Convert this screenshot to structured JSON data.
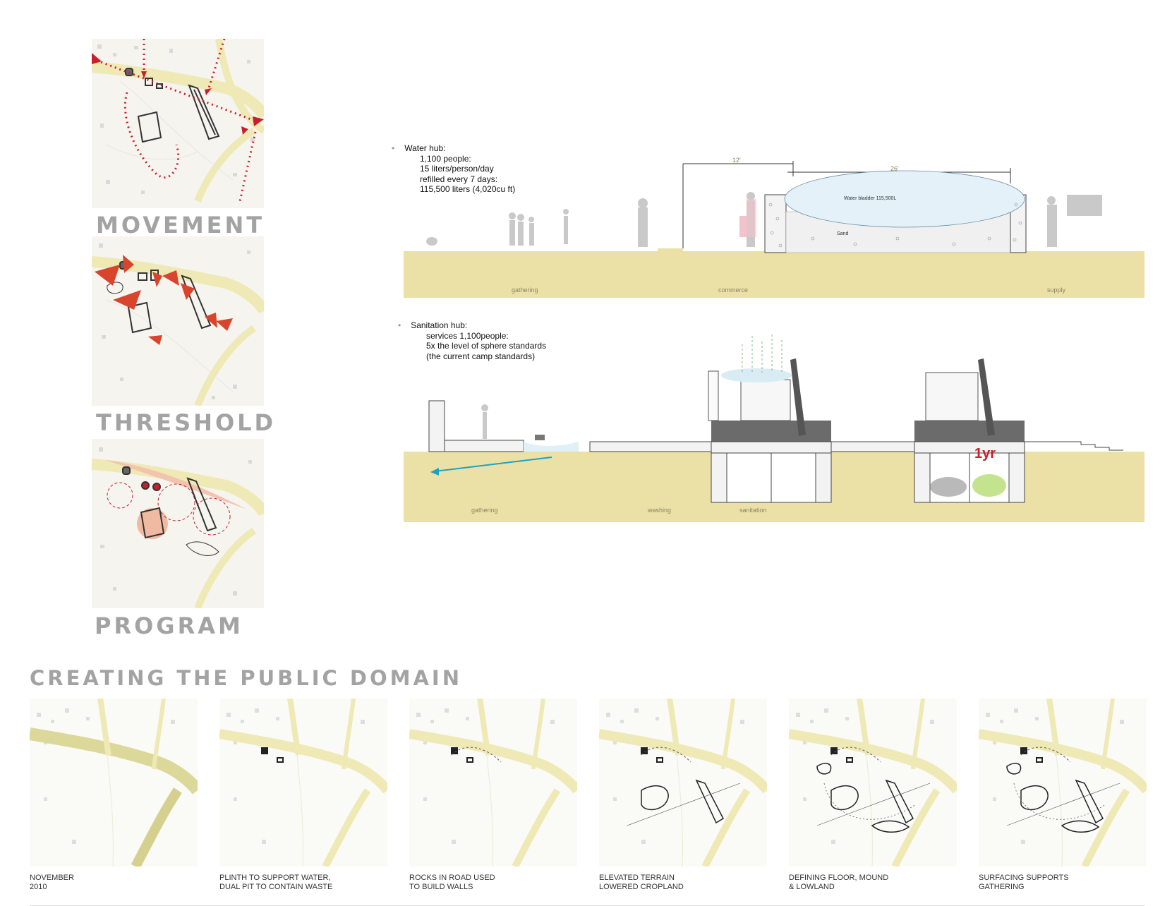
{
  "left_panels": [
    {
      "label": "MOVEMENT"
    },
    {
      "label": "THRESHOLD"
    },
    {
      "label": "PROGRAM"
    }
  ],
  "water_hub": {
    "title": "Water hub:",
    "lines": [
      "1,100 people:",
      "15 liters/person/day",
      "refilled every 7 days:",
      "115,500 liters (4,020cu ft)"
    ],
    "dim_left": "12'",
    "dim_right": "26'",
    "bladder_label": "Water bladder 115,500L",
    "sand_label": "Sand",
    "zones": [
      "gathering",
      "commerce",
      "supply"
    ]
  },
  "sanitation_hub": {
    "title": "Sanitation hub:",
    "lines": [
      "services 1,100people:",
      "5x the level of sphere standards",
      "(the current camp standards)"
    ],
    "pit_label": "1yr",
    "zones": [
      "gathering",
      "washing",
      "sanitation"
    ]
  },
  "section_title": "CREATING THE PUBLIC DOMAIN",
  "steps": [
    {
      "caption1": "NOVEMBER",
      "caption2": "2010"
    },
    {
      "caption1": "PLINTH TO SUPPORT WATER,",
      "caption2": "DUAL PIT TO CONTAIN WASTE"
    },
    {
      "caption1": "ROCKS IN ROAD USED",
      "caption2": "TO BUILD WALLS"
    },
    {
      "caption1": "ELEVATED TERRAIN",
      "caption2": "LOWERED CROPLAND"
    },
    {
      "caption1": "DEFINING FLOOR, MOUND",
      "caption2": "& LOWLAND"
    },
    {
      "caption1": "SURFACING SUPPORTS",
      "caption2": "GATHERING"
    }
  ],
  "colors": {
    "ground": "#ebe1a6",
    "road": "#efe9b5",
    "label_gray": "#a3a3a3",
    "accent_red": "#c8202a",
    "arrow_blue": "#1aa3c4"
  }
}
